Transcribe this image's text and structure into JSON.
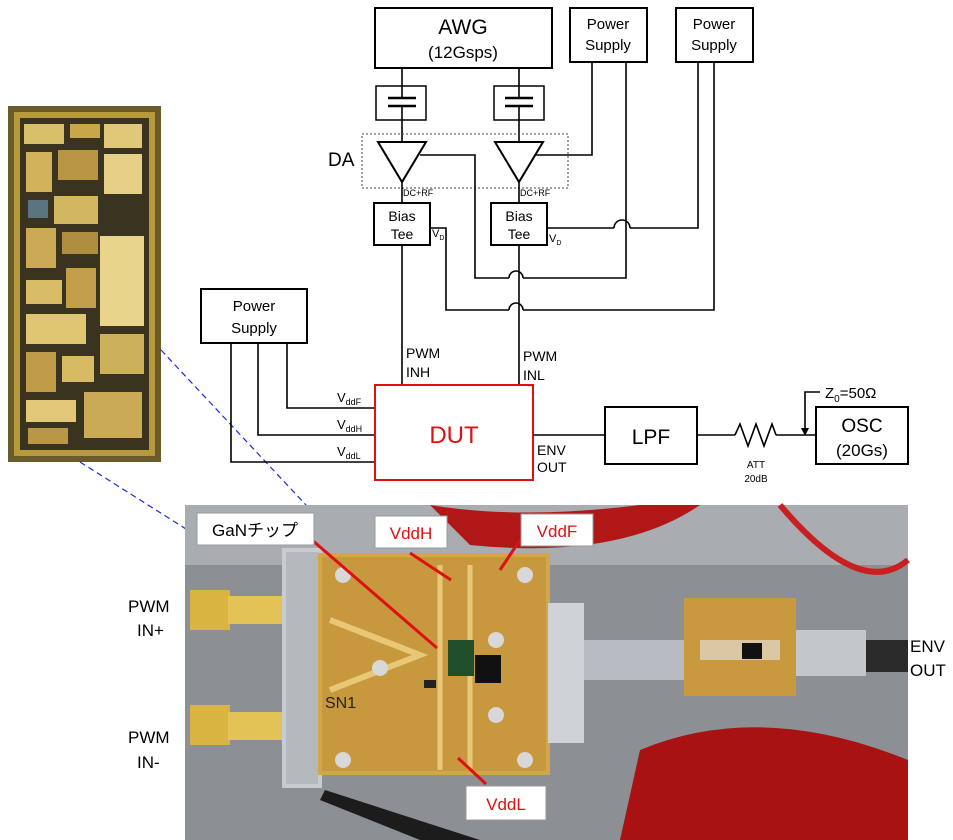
{
  "schematic": {
    "awg": {
      "line1": "AWG",
      "line2": "(12Gsps)"
    },
    "power_supply_1": {
      "line1": "Power",
      "line2": "Supply"
    },
    "power_supply_2": {
      "line1": "Power",
      "line2": "Supply"
    },
    "power_supply_3": {
      "line1": "Power",
      "line2": "Supply"
    },
    "da_label": "DA",
    "dc_rf_1": "DC+RF",
    "dc_rf_2": "DC+RF",
    "bias_tee_1": {
      "line1": "Bias",
      "line2": "Tee"
    },
    "bias_tee_2": {
      "line1": "Bias",
      "line2": "Tee"
    },
    "vd_1": {
      "main": "V",
      "sub": "D"
    },
    "vd_2": {
      "main": "V",
      "sub": "D"
    },
    "pwm_inh": {
      "line1": "PWM",
      "line2": "INH"
    },
    "pwm_inl": {
      "line1": "PWM",
      "line2": "INL"
    },
    "vddf": {
      "main": "V",
      "sub": "ddF"
    },
    "vddh": {
      "main": "V",
      "sub": "ddH"
    },
    "vddl": {
      "main": "V",
      "sub": "ddL"
    },
    "dut": "DUT",
    "env_out": {
      "line1": "ENV",
      "line2": "OUT"
    },
    "lpf": "LPF",
    "att": {
      "line1": "ATT",
      "line2": "20dB"
    },
    "z0": {
      "prefix": "Z",
      "sub": "0",
      "suffix": "=50Ω"
    },
    "osc": {
      "line1": "OSC",
      "line2": "(20Gs)"
    }
  },
  "photo": {
    "gan_chip_label": "GaNチップ",
    "vddh_label": "VddH",
    "vddf_label": "VddF",
    "vddl_label": "VddL",
    "pwm_in_plus": {
      "line1": "PWM",
      "line2": "IN+"
    },
    "pwm_in_minus": {
      "line1": "PWM",
      "line2": "IN-"
    },
    "env_out": {
      "line1": "ENV",
      "line2": "OUT"
    },
    "board_marking": "SN1"
  },
  "colors": {
    "dut_outline": "#e01010",
    "label_text": "#e01010",
    "guide_lines": "#1a2bd6"
  }
}
